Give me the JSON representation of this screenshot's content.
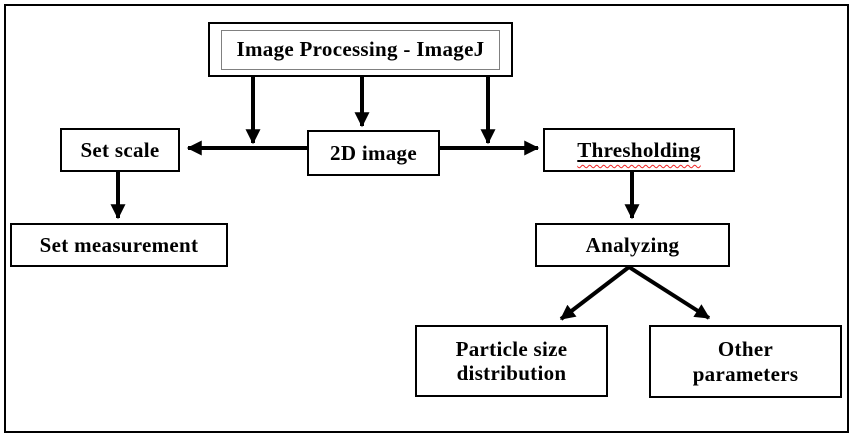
{
  "diagram": {
    "type": "flowchart",
    "nodes": {
      "title": {
        "label": "Image Processing - ImageJ"
      },
      "set_scale": {
        "label": "Set scale"
      },
      "image_2d": {
        "label": "2D image"
      },
      "thresholding": {
        "label": "Thresholding",
        "spellcheck_underline": true
      },
      "set_measurement": {
        "label": "Set measurement"
      },
      "analyzing": {
        "label": "Analyzing"
      },
      "particle_size": {
        "label": "Particle size\ndistribution"
      },
      "other_parameters": {
        "label": "Other\nparameters"
      }
    },
    "edges": [
      {
        "from": "title",
        "to": "set_scale"
      },
      {
        "from": "title",
        "to": "image_2d"
      },
      {
        "from": "title",
        "to": "thresholding"
      },
      {
        "from": "set_scale",
        "to": "set_measurement"
      },
      {
        "from": "thresholding",
        "to": "analyzing"
      },
      {
        "from": "analyzing",
        "to": "particle_size"
      },
      {
        "from": "analyzing",
        "to": "other_parameters"
      }
    ],
    "colors": {
      "line": "#000000",
      "text": "#000000",
      "background": "#ffffff",
      "box_border": "#000000",
      "inner_box_border": "#808080",
      "spellcheck_wavy": "#ee2222"
    }
  }
}
